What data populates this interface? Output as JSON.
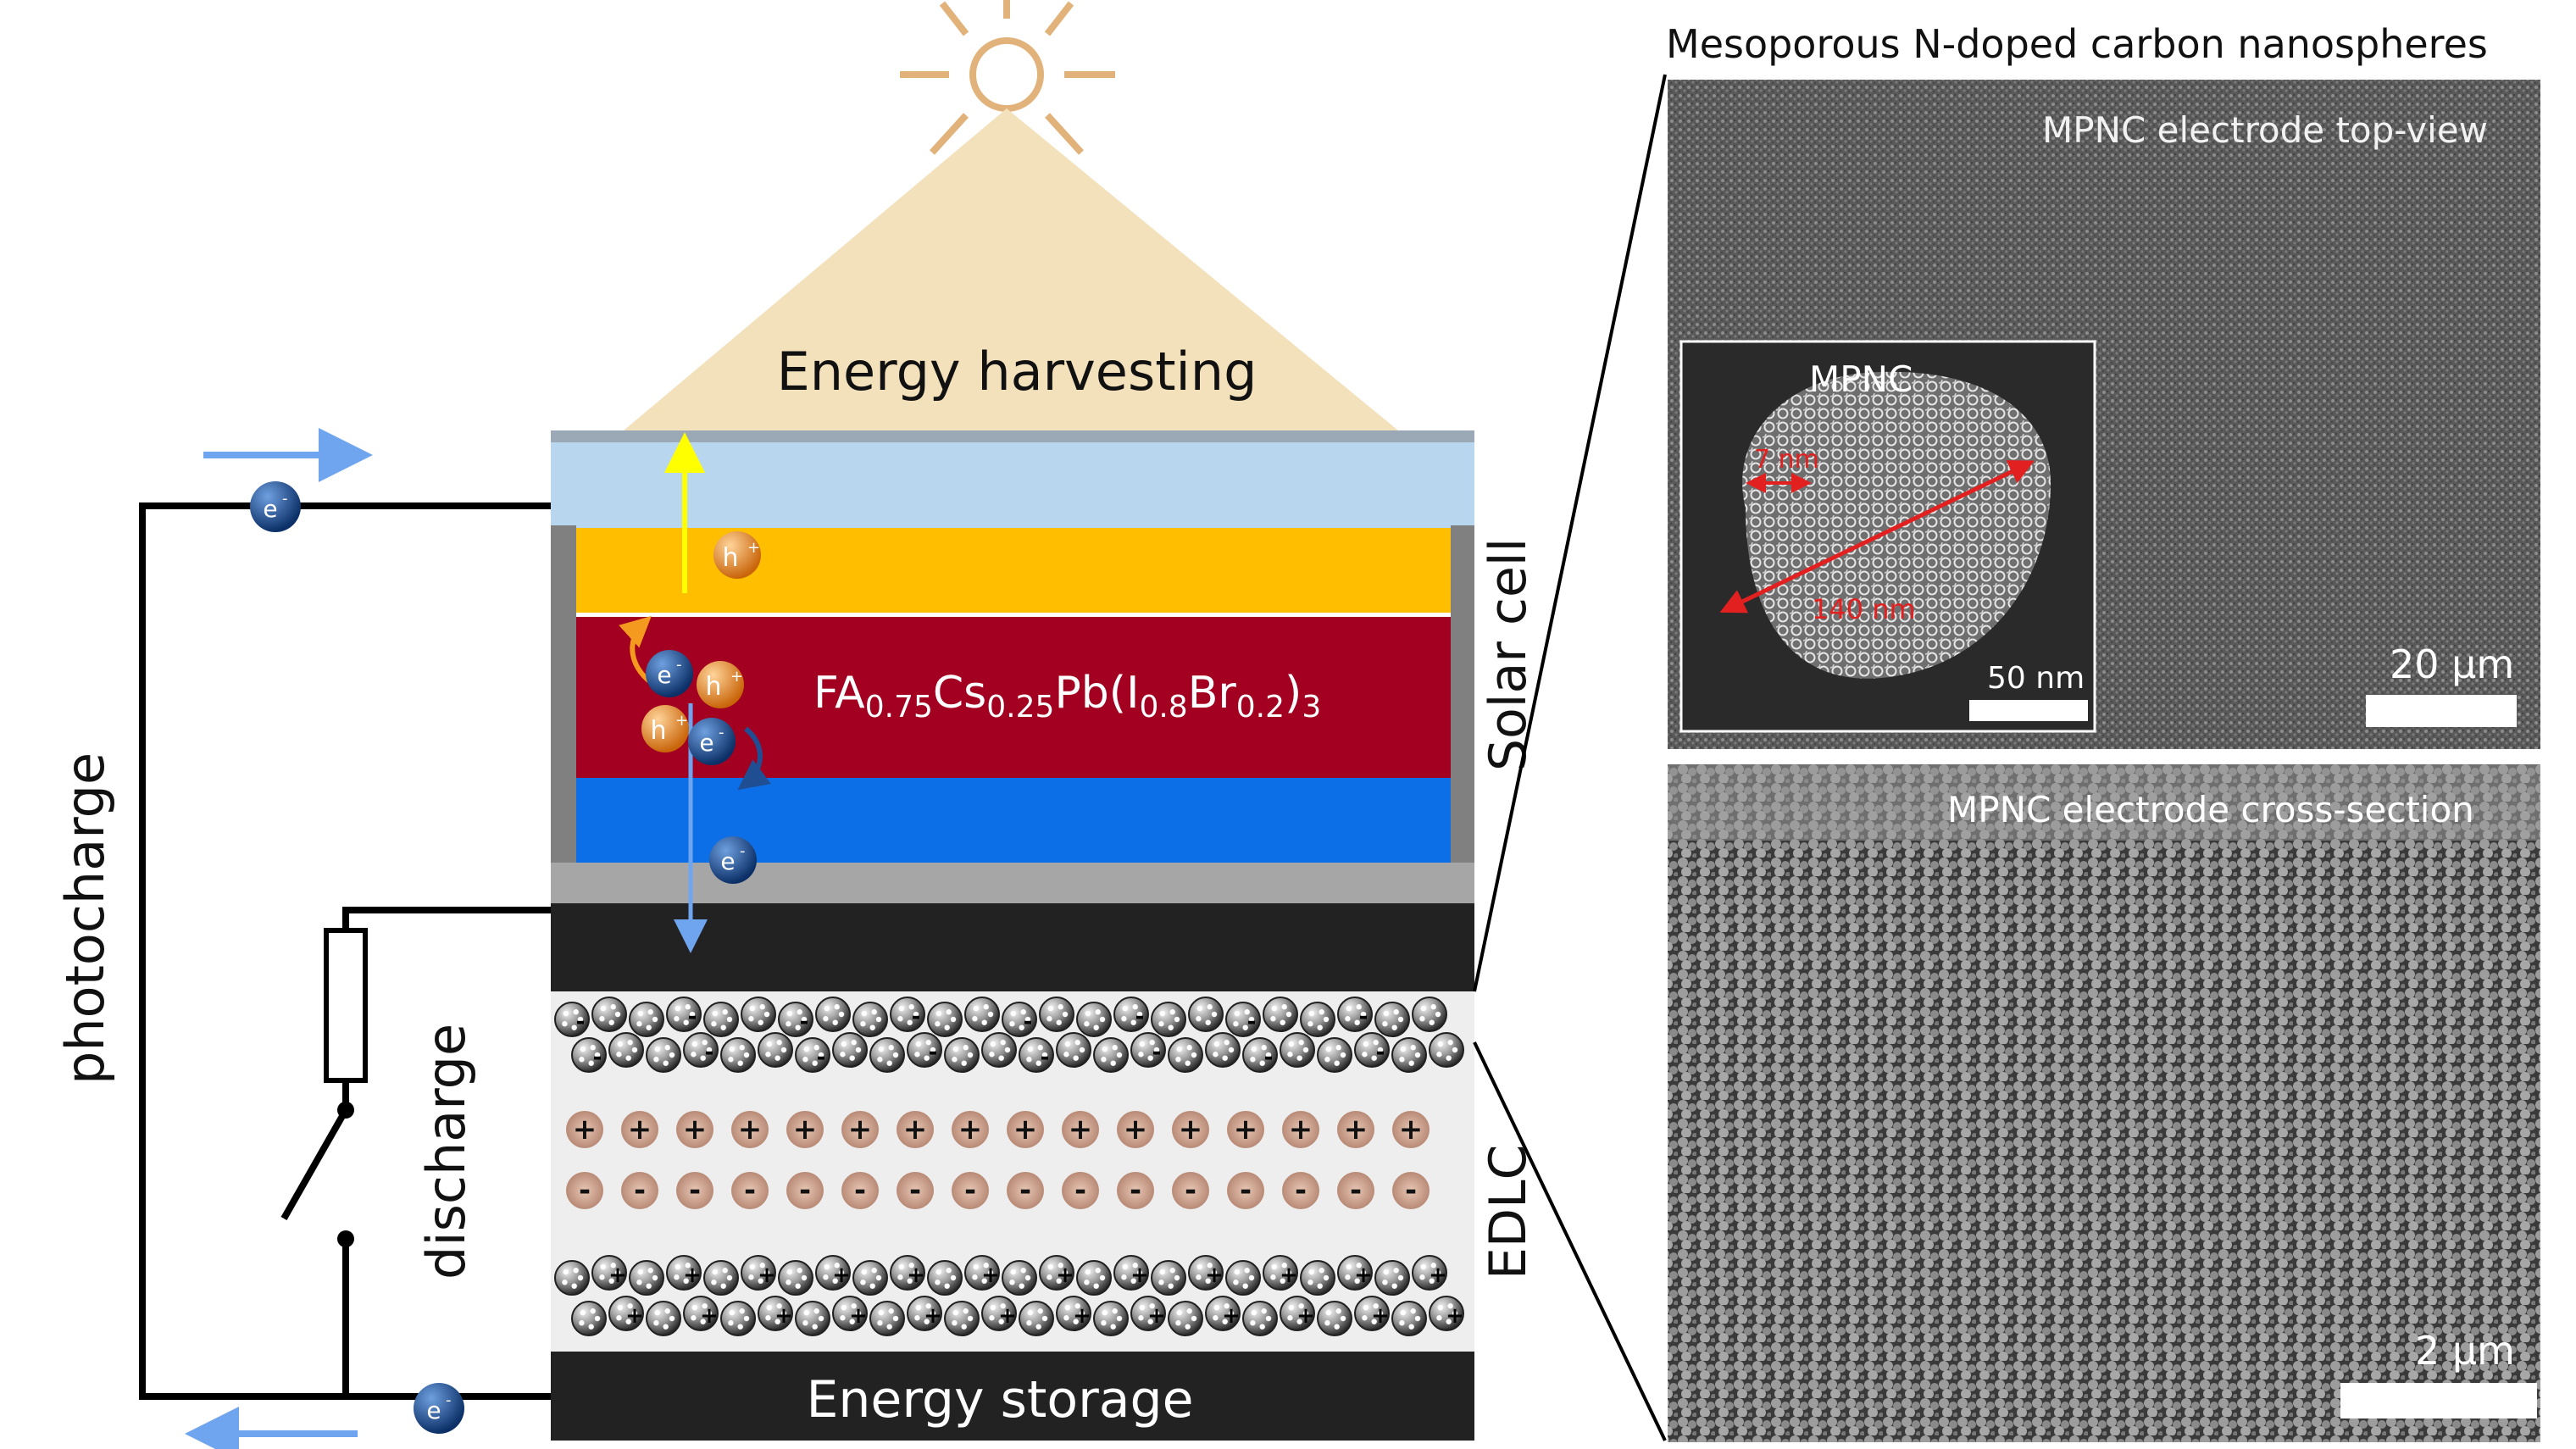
{
  "labels": {
    "energy_harvesting": "Energy harvesting",
    "energy_storage": "Energy storage",
    "solar_cell": "Solar cell",
    "edlc": "EDLC",
    "photocharge": "photocharge",
    "discharge": "discharge",
    "electron": "e",
    "hole": "h",
    "minus": "-",
    "plus": "+"
  },
  "perovskite_formula": {
    "p1": "FA",
    "s1": "0.75",
    "p2": "Cs",
    "s2": "0.25",
    "p3": "Pb(I",
    "s3": "0.8",
    "p4": "Br",
    "s4": "0.2",
    "p5": ")",
    "s5": "3"
  },
  "sem": {
    "heading": "Mesoporous N-doped carbon nanospheres",
    "top_view_label": "MPNC electrode top-view",
    "top_scale": "20 µm",
    "inset_label": "MPNC",
    "inset_scale": "50 nm",
    "pore_size": "7 nm",
    "sphere_size": "140 nm",
    "cross_section_label": "MPNC electrode cross-section",
    "cross_scale": "2 µm"
  },
  "colors": {
    "sun": "#e1b27a",
    "light_cone": "#f3e1bc",
    "glass": "#b9d6ef",
    "htl": "#ffbf00",
    "perovskite": "#a30021",
    "etl": "#0d6fe8",
    "frame": "#808080",
    "electrode": "#222222",
    "arrow_blue": "#6fa5ee",
    "arrow_yellow": "#ffff00",
    "electron": "#1a4a8c",
    "hole": "#e58a1f",
    "pore_arrow": "#e32020"
  }
}
